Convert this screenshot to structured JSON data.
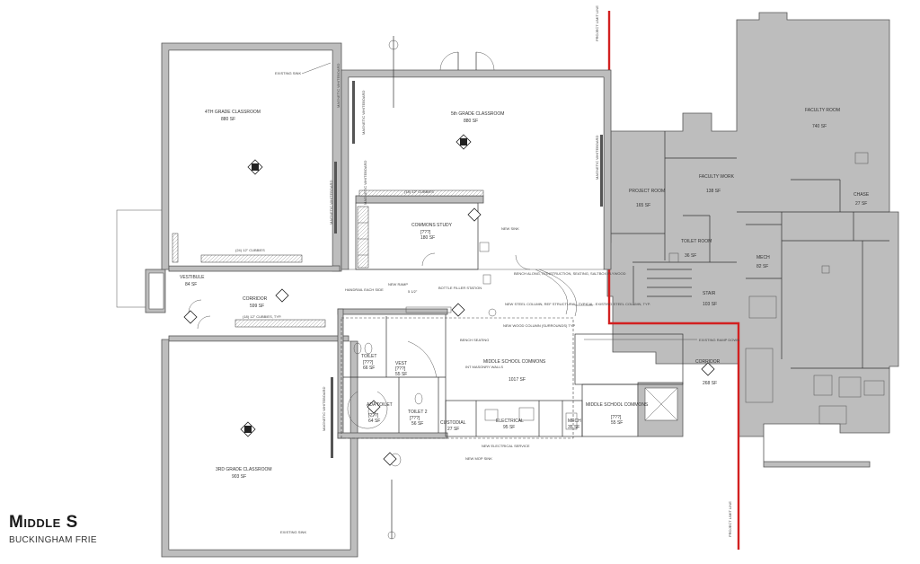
{
  "drawing": {
    "title": "Middle S",
    "subtitle": "BUCKINGHAM FRIE",
    "project_limit_label": "PROJECT LIMIT LINE",
    "accent_color": "#d22020",
    "existing_fill": "#bdbdbd"
  },
  "rooms": {
    "grade4": {
      "name": "4TH GRADE CLASSROOM",
      "area": "880 SF"
    },
    "grade5": {
      "name": "5th GRADE CLASSROOM",
      "area": "880 SF"
    },
    "grade3": {
      "name": "3RD GRADE CLASSROOM",
      "area": "903 SF"
    },
    "commons_study": {
      "name": "COMMONS STUDY",
      "num": "[???]",
      "area": "180 SF"
    },
    "vestibule": {
      "name": "VESTIBULE",
      "area": "84 SF"
    },
    "corridor": {
      "name": "CORRIDOR",
      "area": "599 SF"
    },
    "toilet1": {
      "name": "TOILET",
      "num": "[???]",
      "area": "66 SF"
    },
    "vest": {
      "name": "VEST",
      "num": "[???]",
      "area": "55 SF"
    },
    "ada_toilet": {
      "name": "ADA TOILET",
      "num": "[???]",
      "area": "64 SF"
    },
    "toilet2": {
      "name": "TOILET 2",
      "num": "[???]",
      "area": "56 SF"
    },
    "custodial": {
      "name": "CUSTODIAL",
      "area": "27 SF"
    },
    "electrical": {
      "name": "ELECTRICAL",
      "area": "95 SF"
    },
    "mech_small": {
      "name": "MECH",
      "area": "35 SF"
    },
    "ms_commons_right": {
      "name": "MIDDLE SCHOOL COMMONS",
      "num": "[???]",
      "area": "55 SF"
    },
    "ms_commons": {
      "name": "MIDDLE SCHOOL COMMONS",
      "area": "1017 SF"
    },
    "corridor_east": {
      "name": "CORRIDOR",
      "area": "268 SF"
    },
    "project_room": {
      "name": "PROJECT ROOM",
      "area": "165 SF"
    },
    "faculty_work": {
      "name": "FACULTY WORK",
      "area": "138 SF"
    },
    "toilet_room": {
      "name": "TOILET ROOM",
      "area": "36 SF"
    },
    "stair": {
      "name": "STAIR",
      "area": "103 SF"
    },
    "faculty_room": {
      "name": "FACULTY ROOM",
      "area": "740 SF"
    },
    "chase": {
      "name": "CHASE",
      "area": "27 SF"
    },
    "mech_large": {
      "name": "MECH",
      "area": "82 SF"
    }
  },
  "notes": {
    "existing_sink": "EXISTING SINK",
    "magnetic_whiteboard": "MAGNETIC WHITEBOARD",
    "cubbies_18": "(18) 12\" CUBBIES",
    "cubbies_24": "(24) 12\" CUBBIES",
    "cubbies_typ": "(18) 12\" CUBBIES, TYP.",
    "new_sink": "NEW SINK",
    "bottle_filler": "BOTTLE FILLER STATION",
    "handrail": "HANDRAIL EACH SIDE",
    "new_ramp": "NEW RAMP",
    "slope": "5 1/2\"",
    "bench_seating_wood": "BENCH ALONG, CONSTRUCTION, SEATING, SALTBOX PLYWOOD",
    "steel_column": "NEW STEEL COLUMN, REF STRUCTURAL, TYPICAL. EXISTING STEEL COLUMN, TYP.",
    "wood_column": "NEW WOOD COLUMN (SURROUNDS) TYP",
    "bench_seating": "BENCH SEATING",
    "masonry_walls": "INT MASONRY WALLS",
    "new_electrical": "NEW ELECTRICAL SERVICE",
    "new_mop_sink": "NEW MOP SINK",
    "existing_ramp": "EXISTING RAMP DOWN"
  }
}
